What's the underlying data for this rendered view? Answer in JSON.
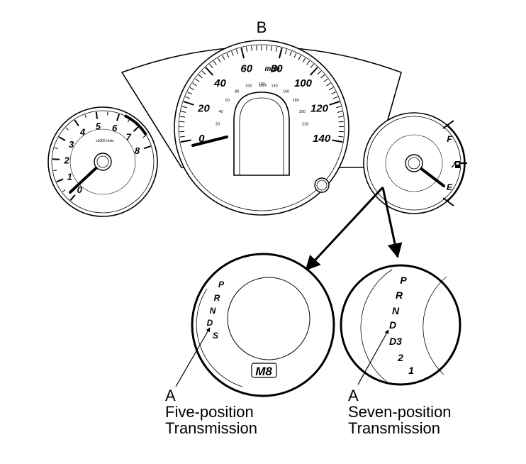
{
  "diagram": {
    "top_label": "B",
    "speedometer": {
      "unit_mph": "mph",
      "unit_kmh": "km/h",
      "mph_labels": [
        "0",
        "20",
        "40",
        "60",
        "80",
        "100",
        "120",
        "140"
      ],
      "kmh_labels": [
        "20",
        "40",
        "60",
        "80",
        "100",
        "120",
        "140",
        "160",
        "180",
        "200",
        "220"
      ]
    },
    "tachometer": {
      "labels": [
        "0",
        "1",
        "2",
        "3",
        "4",
        "5",
        "6",
        "7",
        "8"
      ],
      "caption": "x1000 r/min"
    },
    "fuel_gauge": {
      "full_label": "F",
      "empty_label": "E",
      "pump_icon": "fuel-pump-icon"
    },
    "five_position": {
      "gears": [
        "P",
        "R",
        "N",
        "D",
        "S"
      ],
      "mode_display": "M8",
      "callout_letter": "A",
      "caption_line1": "Five-position",
      "caption_line2": "Transmission"
    },
    "seven_position": {
      "gears": [
        "P",
        "R",
        "N",
        "D",
        "D3",
        "2",
        "1"
      ],
      "callout_letter": "A",
      "caption_line1": "Seven-position",
      "caption_line2": "Transmission"
    }
  }
}
